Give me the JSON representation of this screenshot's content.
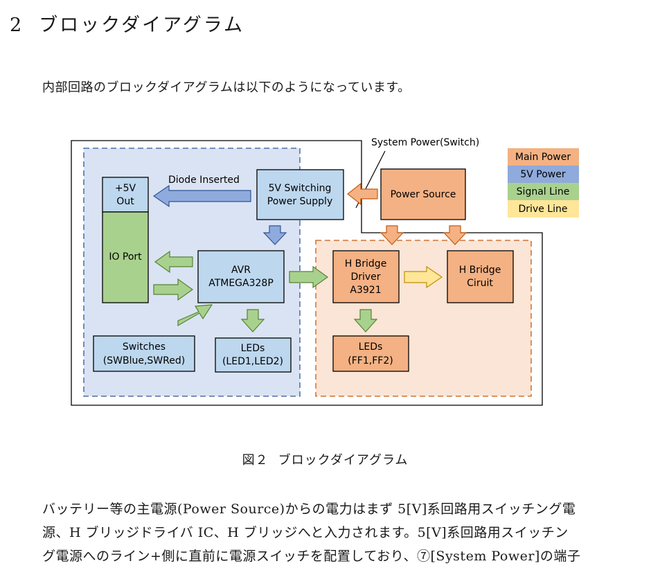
{
  "section": {
    "number": "2",
    "title": "ブロックダイアグラム"
  },
  "intro": "内部回路のブロックダイアグラムは以下のようになっています。",
  "diagram": {
    "labels": {
      "system_power": "System Power(Switch)",
      "diode_inserted": "Diode Inserted"
    },
    "blocks": {
      "out5v": [
        "+5V",
        "Out"
      ],
      "io_port": [
        "IO Port"
      ],
      "switching_supply": [
        "5V Switching",
        "Power Supply"
      ],
      "avr": [
        "AVR",
        "ATMEGA328P"
      ],
      "switches": [
        "Switches",
        "(SWBlue,SWRed)"
      ],
      "leds_left": [
        "LEDs",
        "(LED1,LED2)"
      ],
      "power_source": [
        "Power Source"
      ],
      "hbridge_driver": [
        "H Bridge",
        "Driver",
        "A3921"
      ],
      "hbridge": [
        "H Bridge",
        "Ciruit"
      ],
      "leds_right": [
        "LEDs",
        "(FF1,FF2)"
      ]
    },
    "legend": [
      {
        "label": "Main Power",
        "color": "#f4b183"
      },
      {
        "label": "5V Power",
        "color": "#8faadc"
      },
      {
        "label": "Signal Line",
        "color": "#a9d18e"
      },
      {
        "label": "Drive Line",
        "color": "#ffe699"
      }
    ],
    "colors": {
      "main_power_fill": "#f4b183",
      "main_power_stroke": "#c55a11",
      "v5_fill": "#8faadc",
      "v5_stroke": "#2f5597",
      "signal_fill": "#a9d18e",
      "signal_stroke": "#548235",
      "drive_fill": "#ffe699",
      "drive_stroke": "#bf9000",
      "area_5v": "#dae3f3",
      "area_drive": "#fbe5d6",
      "block_blue": "#bdd7ee",
      "block_green": "#a9d18e"
    }
  },
  "caption": {
    "number": "図２",
    "title": "ブロックダイアグラム"
  },
  "body": [
    "バッテリー等の主電源(Power Source)からの電力はまず 5[V]系回路用スイッチング電",
    "源、H ブリッジドライバ IC、H ブリッジへと入力されます。5[V]系回路用スイッチン",
    "グ電源へのライン+側に直前に電源スイッチを配置しており、⑦[System Power]の端子"
  ]
}
